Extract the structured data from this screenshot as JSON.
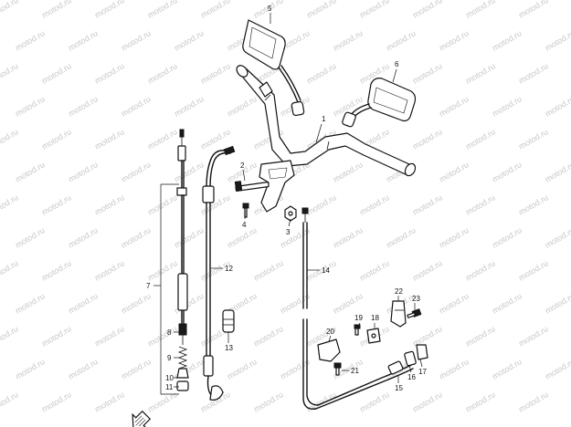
{
  "watermark": {
    "text": "motod.ru",
    "color": "#c8c8c8"
  },
  "colors": {
    "line": "#111111",
    "background": "#ffffff"
  },
  "callouts": [
    "1",
    "2",
    "3",
    "4",
    "5",
    "6",
    "7",
    "8",
    "9",
    "10",
    "11",
    "12",
    "13",
    "14",
    "15",
    "16",
    "17",
    "18",
    "19",
    "20",
    "21",
    "22",
    "23"
  ],
  "parts": [
    "handlebar",
    "mirror-left",
    "mirror-right",
    "handlebar-clamp",
    "clamp-bolt",
    "clamp-nut",
    "small-bolt",
    "cable-7",
    "cable-12",
    "cable-14",
    "cable-15",
    "grommet-13",
    "clip-20",
    "bracket-18",
    "screw-19",
    "screw-21",
    "lever-bracket-22",
    "screw-23",
    "adjuster-16",
    "cap-17",
    "spring-9",
    "boot-10",
    "nut-11",
    "seal-8"
  ],
  "direction_arrow": {
    "icon": "front-arrow-icon"
  }
}
